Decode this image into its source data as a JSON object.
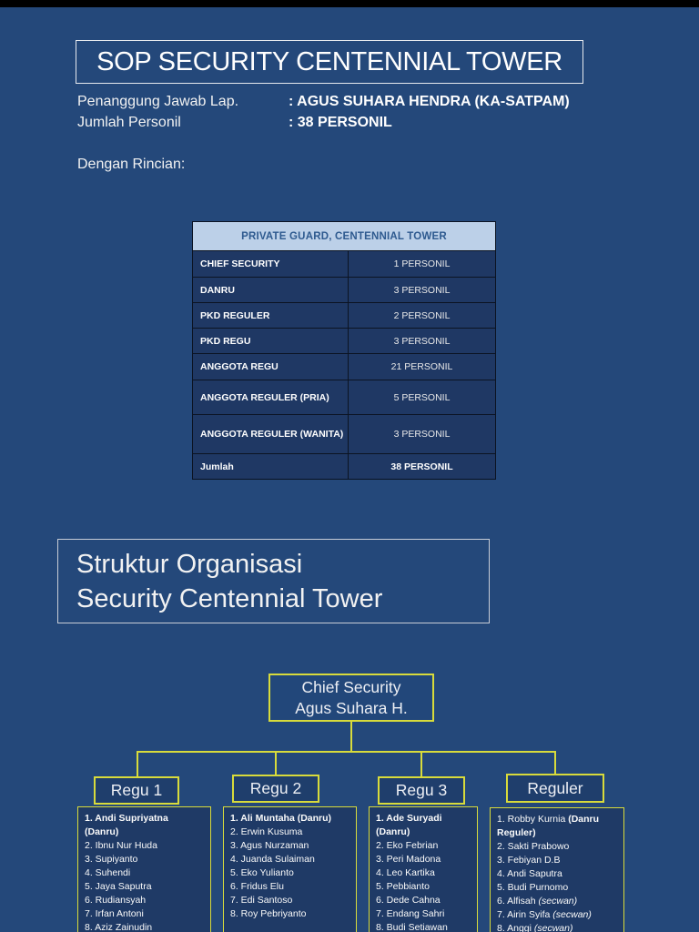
{
  "colors": {
    "page_background": "#24487A",
    "panel_fill": "#1F3864",
    "table_header_bg": "#BCD0E8",
    "table_header_text": "#2E5A8F",
    "accent_yellow": "#D8DB3B",
    "text_white": "#FFFFFF",
    "letterbox_black": "#000000"
  },
  "title": "SOP SECURITY CENTENNIAL TOWER",
  "info": {
    "rows": [
      {
        "label": "Penanggung Jawab Lap.",
        "value": ": AGUS SUHARA HENDRA (KA-SATPAM)"
      },
      {
        "label": "Jumlah Personil",
        "value": ": 38 PERSONIL"
      }
    ],
    "note": "Dengan Rincian:"
  },
  "table": {
    "header": "PRIVATE GUARD, CENTENNIAL TOWER",
    "rows": [
      {
        "label": "CHIEF SECURITY",
        "value": "1 PERSONIL"
      },
      {
        "label": "DANRU",
        "value": "3 PERSONIL"
      },
      {
        "label": "PKD REGULER",
        "value": "2 PERSONIL"
      },
      {
        "label": "PKD REGU",
        "value": "3 PERSONIL"
      },
      {
        "label": "ANGGOTA REGU",
        "value": "21 PERSONIL"
      },
      {
        "label": "ANGGOTA REGULER (PRIA)",
        "value": "5 PERSONIL"
      },
      {
        "label": "ANGGOTA REGULER (WANITA)",
        "value": "3 PERSONIL"
      },
      {
        "label": "Jumlah",
        "value": "38 PERSONIL"
      }
    ]
  },
  "section_title": {
    "line1": "Struktur Organisasi",
    "line2": "Security Centennial Tower"
  },
  "org": {
    "root": {
      "line1": "Chief Security",
      "line2": "Agus Suhara H."
    },
    "groups": [
      {
        "name": "Regu 1",
        "members": [
          [
            [
              "1. Andi Supriyatna (Danru)",
              "b"
            ]
          ],
          [
            [
              "2. Ibnu Nur Huda",
              ""
            ]
          ],
          [
            [
              "3. Supiyanto",
              ""
            ]
          ],
          [
            [
              "4. Suhendi",
              ""
            ]
          ],
          [
            [
              "5. Jaya Saputra",
              ""
            ]
          ],
          [
            [
              "6. Rudiansyah",
              ""
            ]
          ],
          [
            [
              "7. Irfan Antoni",
              ""
            ]
          ],
          [
            [
              "8. Aziz Zainudin",
              ""
            ]
          ]
        ]
      },
      {
        "name": "Regu 2",
        "members": [
          [
            [
              "1. Ali Muntaha (Danru)",
              "b"
            ]
          ],
          [
            [
              "2. Erwin Kusuma",
              ""
            ]
          ],
          [
            [
              "3. Agus Nurzaman",
              ""
            ]
          ],
          [
            [
              "4. Juanda Sulaiman",
              ""
            ]
          ],
          [
            [
              "5. Eko Yulianto",
              ""
            ]
          ],
          [
            [
              "6. Fridus Elu",
              ""
            ]
          ],
          [
            [
              "7. Edi Santoso",
              ""
            ]
          ],
          [
            [
              "8. Roy Pebriyanto",
              ""
            ]
          ]
        ]
      },
      {
        "name": "Regu 3",
        "members": [
          [
            [
              "1. Ade Suryadi (Danru)",
              "b"
            ]
          ],
          [
            [
              "2. Eko Febrian",
              ""
            ]
          ],
          [
            [
              "3. Peri Madona",
              ""
            ]
          ],
          [
            [
              "4. Leo Kartika",
              ""
            ]
          ],
          [
            [
              "5. Pebbianto",
              ""
            ]
          ],
          [
            [
              "6. Dede Cahna",
              ""
            ]
          ],
          [
            [
              "7. Endang Sahri",
              ""
            ]
          ],
          [
            [
              "8. Budi Setiawan",
              ""
            ]
          ]
        ]
      },
      {
        "name": "Reguler",
        "members": [
          [
            [
              "1. Robby Kurnia ",
              ""
            ],
            [
              "(Danru Reguler)",
              "b"
            ]
          ],
          [
            [
              "2. Sakti Prabowo",
              ""
            ]
          ],
          [
            [
              "3. Febiyan D.B",
              ""
            ]
          ],
          [
            [
              "4. Andi Saputra",
              ""
            ]
          ],
          [
            [
              "5. Budi Purnomo",
              ""
            ]
          ],
          [
            [
              "6. Alfisah ",
              ""
            ],
            [
              "(secwan)",
              "i"
            ]
          ],
          [
            [
              "7. Airin Syifa ",
              ""
            ],
            [
              "(secwan)",
              "i"
            ]
          ],
          [
            [
              "8. Anggi ",
              ""
            ],
            [
              "(secwan)",
              "i"
            ]
          ]
        ]
      }
    ]
  }
}
